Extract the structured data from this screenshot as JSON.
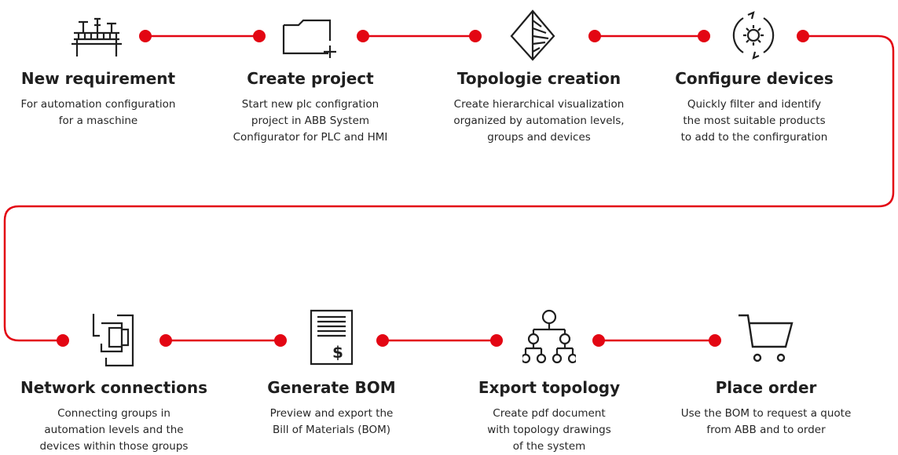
{
  "accent_color": "#e30613",
  "steps": [
    {
      "title": "New requirement",
      "desc": [
        "For automation configuration",
        "for a maschine"
      ],
      "icon": "machine-icon"
    },
    {
      "title": "Create project",
      "desc": [
        "Start new plc configration",
        "project in ABB System",
        "Configurator for PLC and HMI"
      ],
      "icon": "folder-add-icon"
    },
    {
      "title": "Topologie creation",
      "desc": [
        "Create hierarchical visualization",
        "organized by automation levels,",
        "groups and devices"
      ],
      "icon": "topology-diamond-icon"
    },
    {
      "title": "Configure devices",
      "desc": [
        "Quickly filter and identify",
        "the most suitable products",
        "to add to the confirguration"
      ],
      "icon": "gear-cycle-icon"
    },
    {
      "title": "Network connections",
      "desc": [
        "Connecting groups in",
        "automation levels and the",
        "devices within those groups"
      ],
      "icon": "network-connection-icon"
    },
    {
      "title": "Generate BOM",
      "desc": [
        "Preview and export the",
        "Bill of Materials (BOM)"
      ],
      "icon": "bom-document-icon"
    },
    {
      "title": "Export topology",
      "desc": [
        "Create pdf document",
        "with topology drawings",
        "of the system"
      ],
      "icon": "hierarchy-icon"
    },
    {
      "title": "Place order",
      "desc": [
        "Use the BOM to request a quote",
        "from ABB and to order"
      ],
      "icon": "shopping-cart-icon"
    }
  ]
}
